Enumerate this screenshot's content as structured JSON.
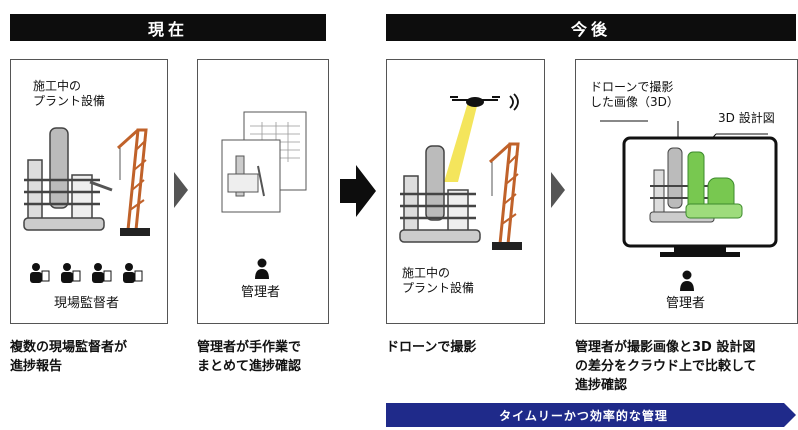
{
  "headers": {
    "current": "現在",
    "future": "今後"
  },
  "panels": {
    "p1": {
      "label": "施工中の\nプラント設備",
      "people_label": "現場監督者"
    },
    "p2": {
      "person_label": "管理者"
    },
    "p3": {
      "label": "施工中の\nプラント設備"
    },
    "p4": {
      "label_drone": "ドローンで撮影\nした画像（3D）",
      "label_design": "3D 設計図",
      "person_label": "管理者"
    }
  },
  "captions": {
    "c1": "複数の現場監督者が\n進捗報告",
    "c2": "管理者が手作業で\nまとめて進捗確認",
    "c3": "ドローンで撮影",
    "c4": "管理者が撮影画像と3D 設計図\nの差分をクラウド上で比較して\n進捗確認"
  },
  "banner": "タイムリーかつ効率的な管理",
  "colors": {
    "header_bg": "#0d0d0d",
    "crane": "#c0622a",
    "design_green": "#78c850",
    "banner": "#1f2a8a",
    "beam": "#f3e24a"
  }
}
